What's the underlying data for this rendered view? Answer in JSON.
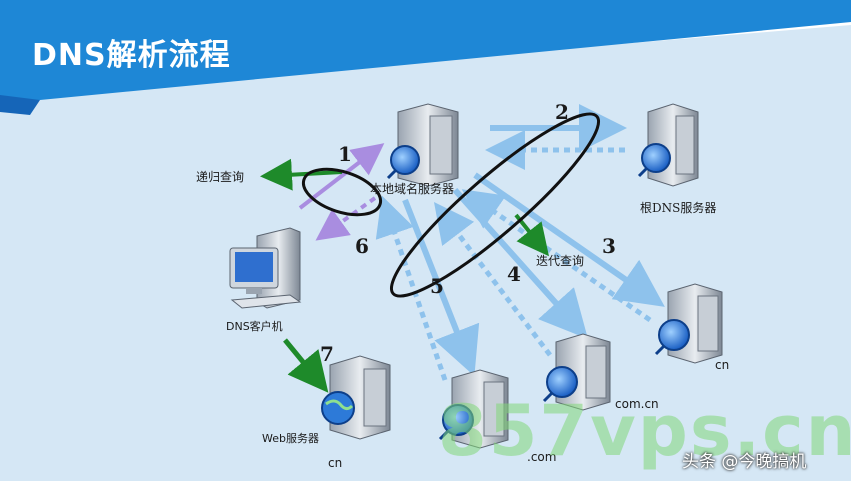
{
  "title": "DNS解析流程",
  "nodes": {
    "local_dns": "本地域名服务器",
    "root_dns": "根DNS服务器",
    "dns_client": "DNS客户机",
    "web_server": "Web服务器",
    "cn_server": "cn",
    "comcn_server": "com.cn",
    "com_server": ".com",
    "bottom_cn": "cn"
  },
  "labels": {
    "recursive": "递归查询",
    "iterative": "迭代查询"
  },
  "steps": [
    "1",
    "2",
    "3",
    "4",
    "5",
    "6",
    "7"
  ],
  "watermark": "857vps.cn",
  "brand": "头条 @今晚搞机",
  "colors": {
    "banner_blue": "#1e87d6",
    "panel_blue": "#d5e7f5",
    "arrow_blue": "#8ec2ec",
    "arrow_green": "#1e8a2a",
    "arrow_purple": "#a98de0"
  }
}
